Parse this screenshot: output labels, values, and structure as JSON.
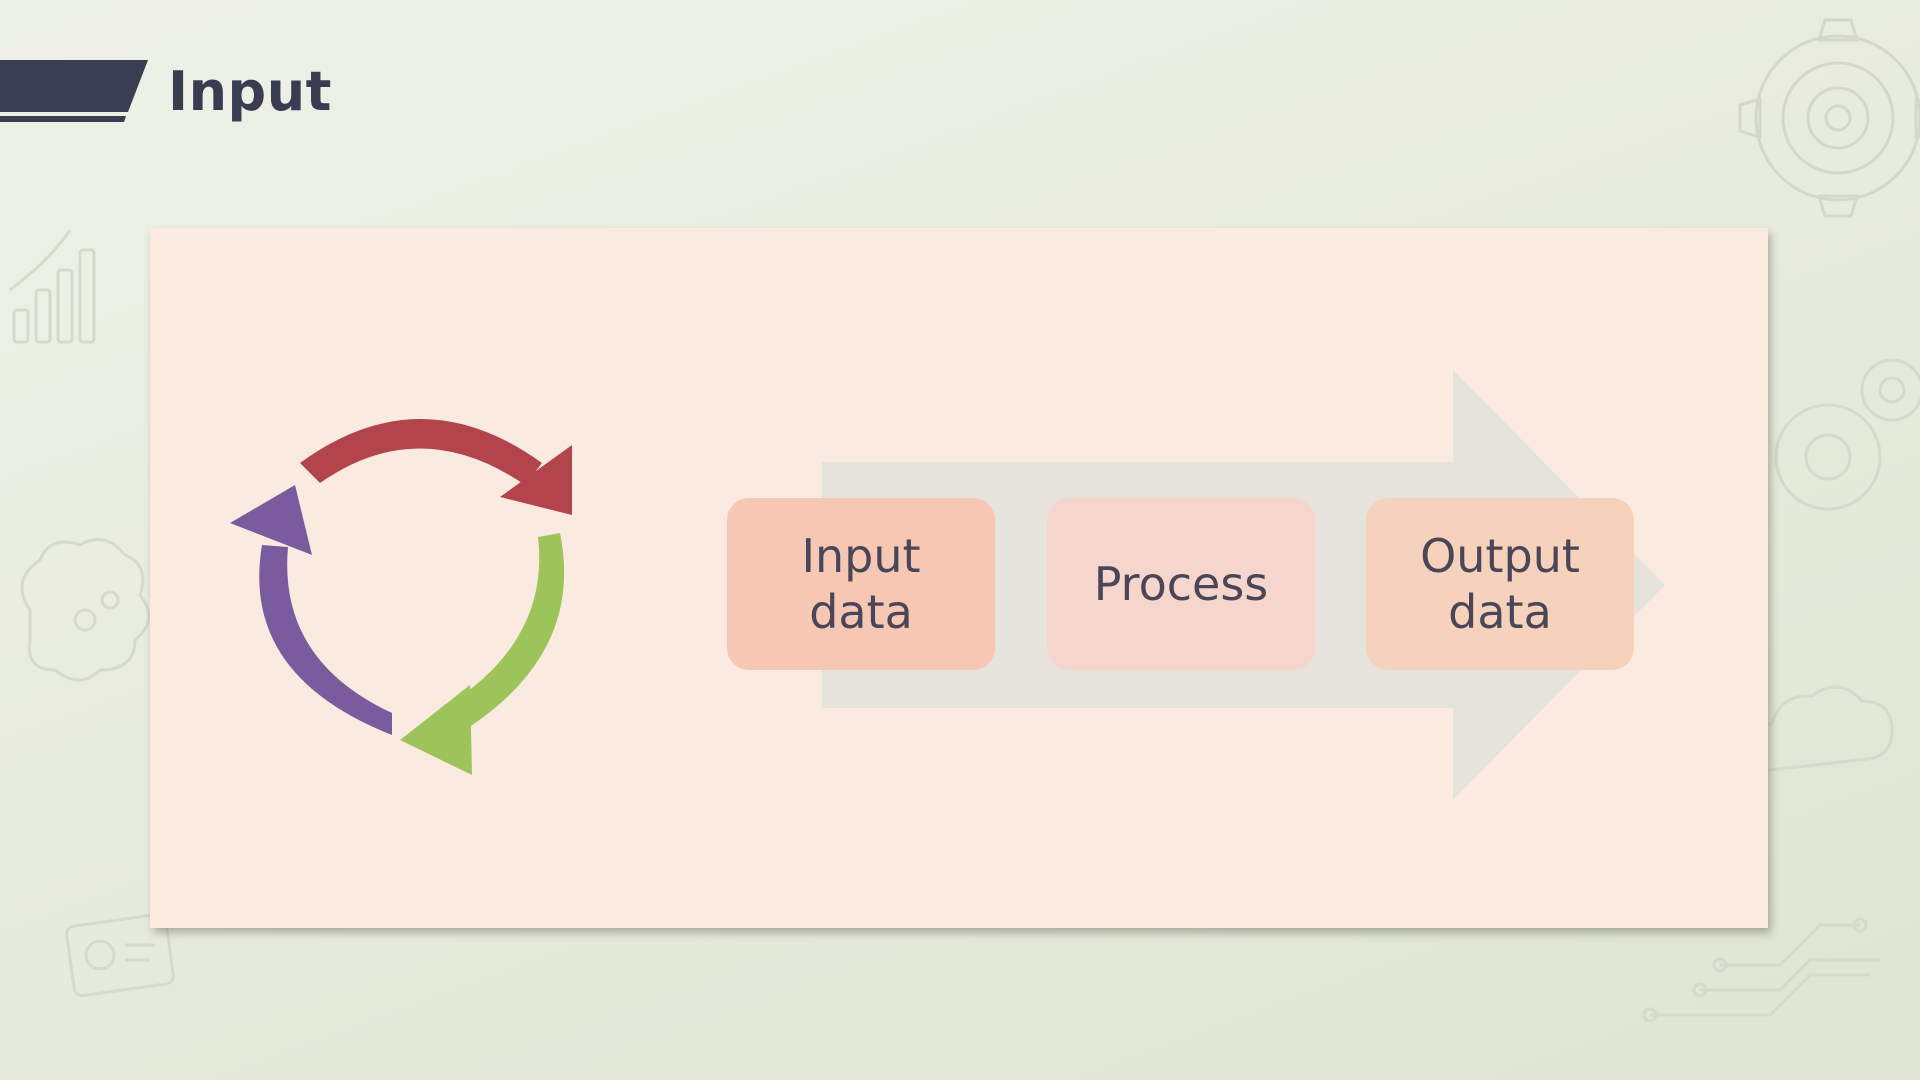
{
  "slide": {
    "title": "Input"
  },
  "process_flow": {
    "steps": [
      {
        "label": "Input\ndata",
        "color": "#f6c7b3"
      },
      {
        "label": "Process",
        "color": "#f6d5cd"
      },
      {
        "label": "Output\ndata",
        "color": "#f6d2bd"
      }
    ],
    "arrow_color": "#e6e3dc"
  },
  "cycle": {
    "arrow_colors": [
      "#b3444b",
      "#9dc45a",
      "#7a5c9e"
    ]
  },
  "theme": {
    "title_bar_color": "#3b3d52",
    "panel_color": "#fbeae0",
    "background_color": "#e9ede0"
  },
  "decorations": [
    "gear-icon",
    "bar-chart-icon",
    "brain-icon",
    "cloud-icon",
    "circuit-icon",
    "card-icon"
  ]
}
